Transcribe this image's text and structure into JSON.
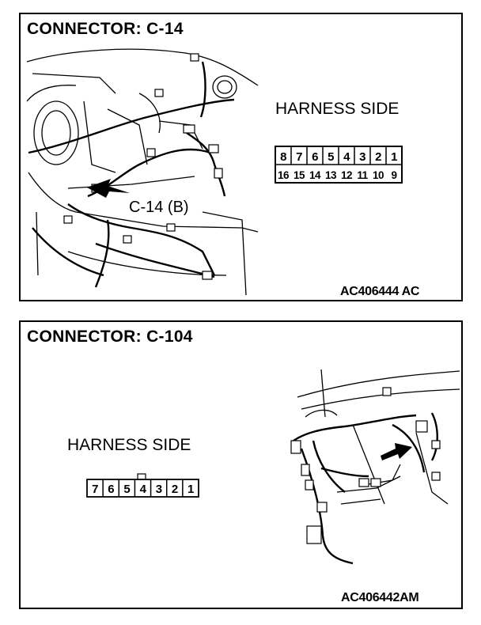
{
  "panels": [
    {
      "title": "CONNECTOR: C-14",
      "harness_side": "HARNESS SIDE",
      "callout": "C-14 (B)",
      "figure_code": "AC406444 AC",
      "pins_top": [
        "8",
        "7",
        "6",
        "5",
        "4",
        "3",
        "2",
        "1"
      ],
      "pins_bottom": [
        "16",
        "15",
        "14",
        "13",
        "12",
        "11",
        "10",
        "9"
      ]
    },
    {
      "title": "CONNECTOR: C-104",
      "harness_side": "HARNESS SIDE",
      "figure_code": "AC406442AM",
      "pins": [
        "7",
        "6",
        "5",
        "4",
        "3",
        "2",
        "1"
      ]
    }
  ]
}
